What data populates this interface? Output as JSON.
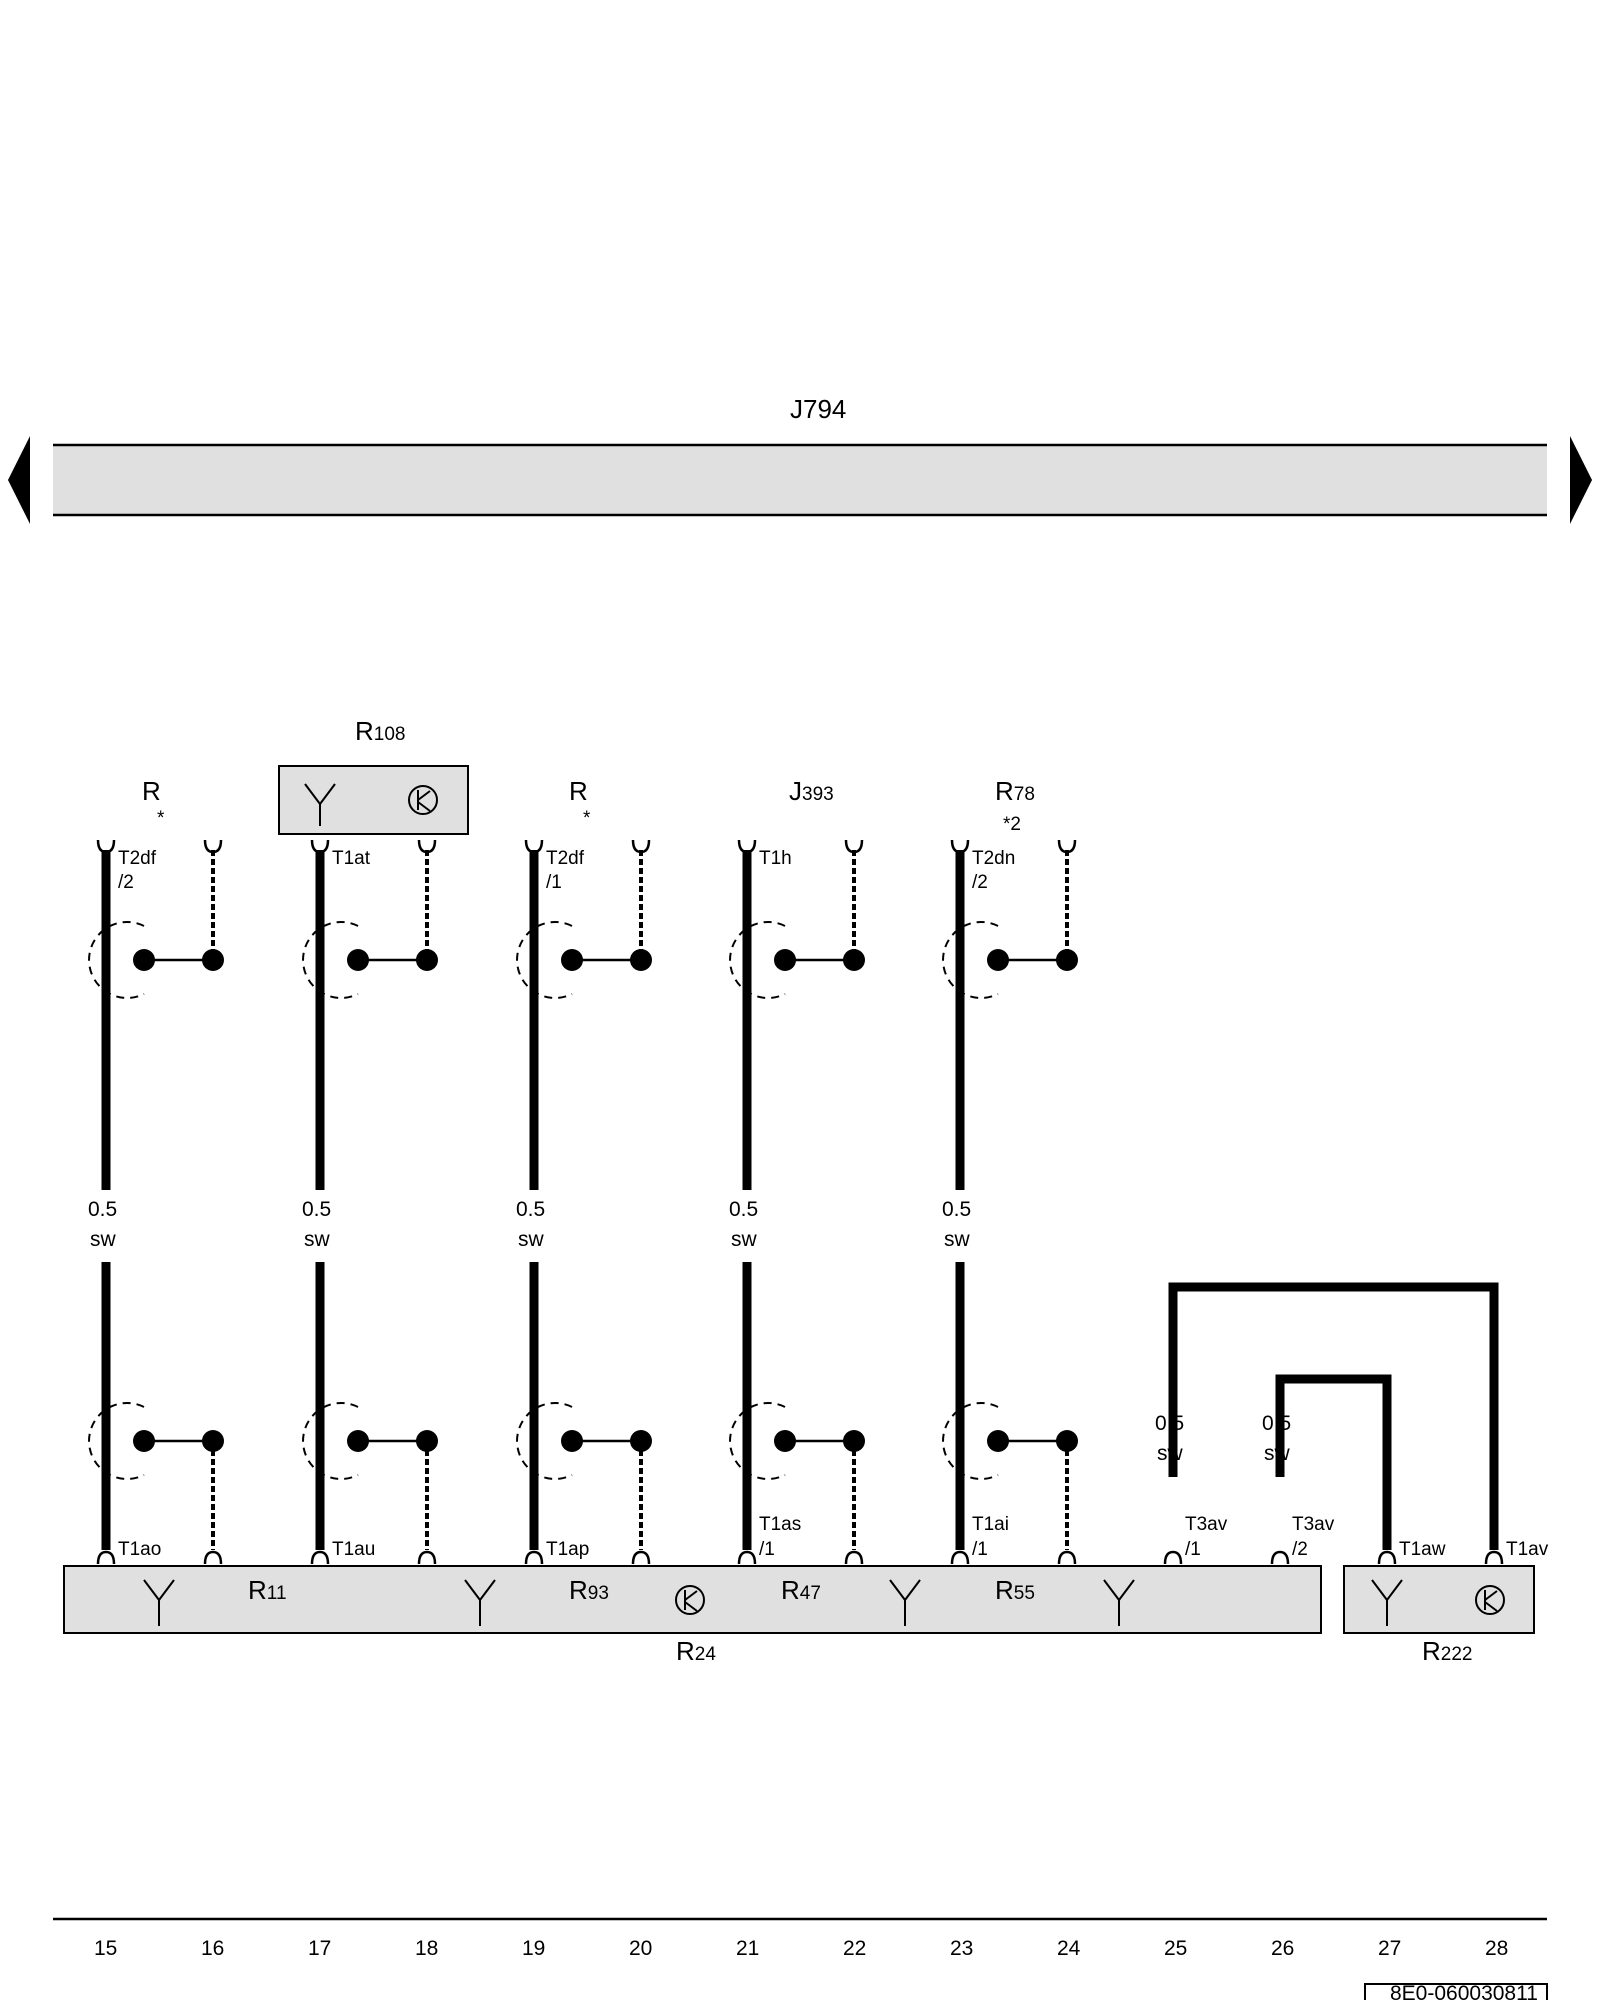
{
  "components": {
    "top_bar": "J794",
    "r_left": {
      "main": "R",
      "note": "*"
    },
    "r108": {
      "main": "R",
      "sub": "108"
    },
    "r_mid": {
      "main": "R",
      "note": "*"
    },
    "j393": {
      "main": "J",
      "sub": "393"
    },
    "r78": {
      "main": "R",
      "sub": "78",
      "note": "*2"
    },
    "r11": {
      "main": "R",
      "sub": "11"
    },
    "r93": {
      "main": "R",
      "sub": "93"
    },
    "r47": {
      "main": "R",
      "sub": "47"
    },
    "r55": {
      "main": "R",
      "sub": "55"
    },
    "r24": {
      "main": "R",
      "sub": "24"
    },
    "r222": {
      "main": "R",
      "sub": "222"
    }
  },
  "top_connectors": [
    {
      "line1": "T2df",
      "line2": "/2"
    },
    {
      "line1": "T1at",
      "line2": ""
    },
    {
      "line1": "T2df",
      "line2": "/1"
    },
    {
      "line1": "T1h",
      "line2": ""
    },
    {
      "line1": "T2dn",
      "line2": "/2"
    }
  ],
  "bottom_connectors": [
    {
      "line1": "T1ao",
      "line2": ""
    },
    {
      "line1": "T1au",
      "line2": ""
    },
    {
      "line1": "T1ap",
      "line2": ""
    },
    {
      "line1": "T1as",
      "line2": "/1"
    },
    {
      "line1": "T1ai",
      "line2": "/1"
    },
    {
      "line1": "T3av",
      "line2": "/1"
    },
    {
      "line1": "T3av",
      "line2": "/2"
    },
    {
      "line1": "T1aw",
      "line2": ""
    },
    {
      "line1": "T1av",
      "line2": ""
    }
  ],
  "wires": [
    {
      "size": "0.5",
      "color": "sw"
    },
    {
      "size": "0.5",
      "color": "sw"
    },
    {
      "size": "0.5",
      "color": "sw"
    },
    {
      "size": "0.5",
      "color": "sw"
    },
    {
      "size": "0.5",
      "color": "sw"
    },
    {
      "size": "0.5",
      "color": "sw"
    },
    {
      "size": "0.5",
      "color": "sw"
    }
  ],
  "track_numbers": [
    "15",
    "16",
    "17",
    "18",
    "19",
    "20",
    "21",
    "22",
    "23",
    "24",
    "25",
    "26",
    "27",
    "28"
  ],
  "doc_id": "8E0-060030811"
}
